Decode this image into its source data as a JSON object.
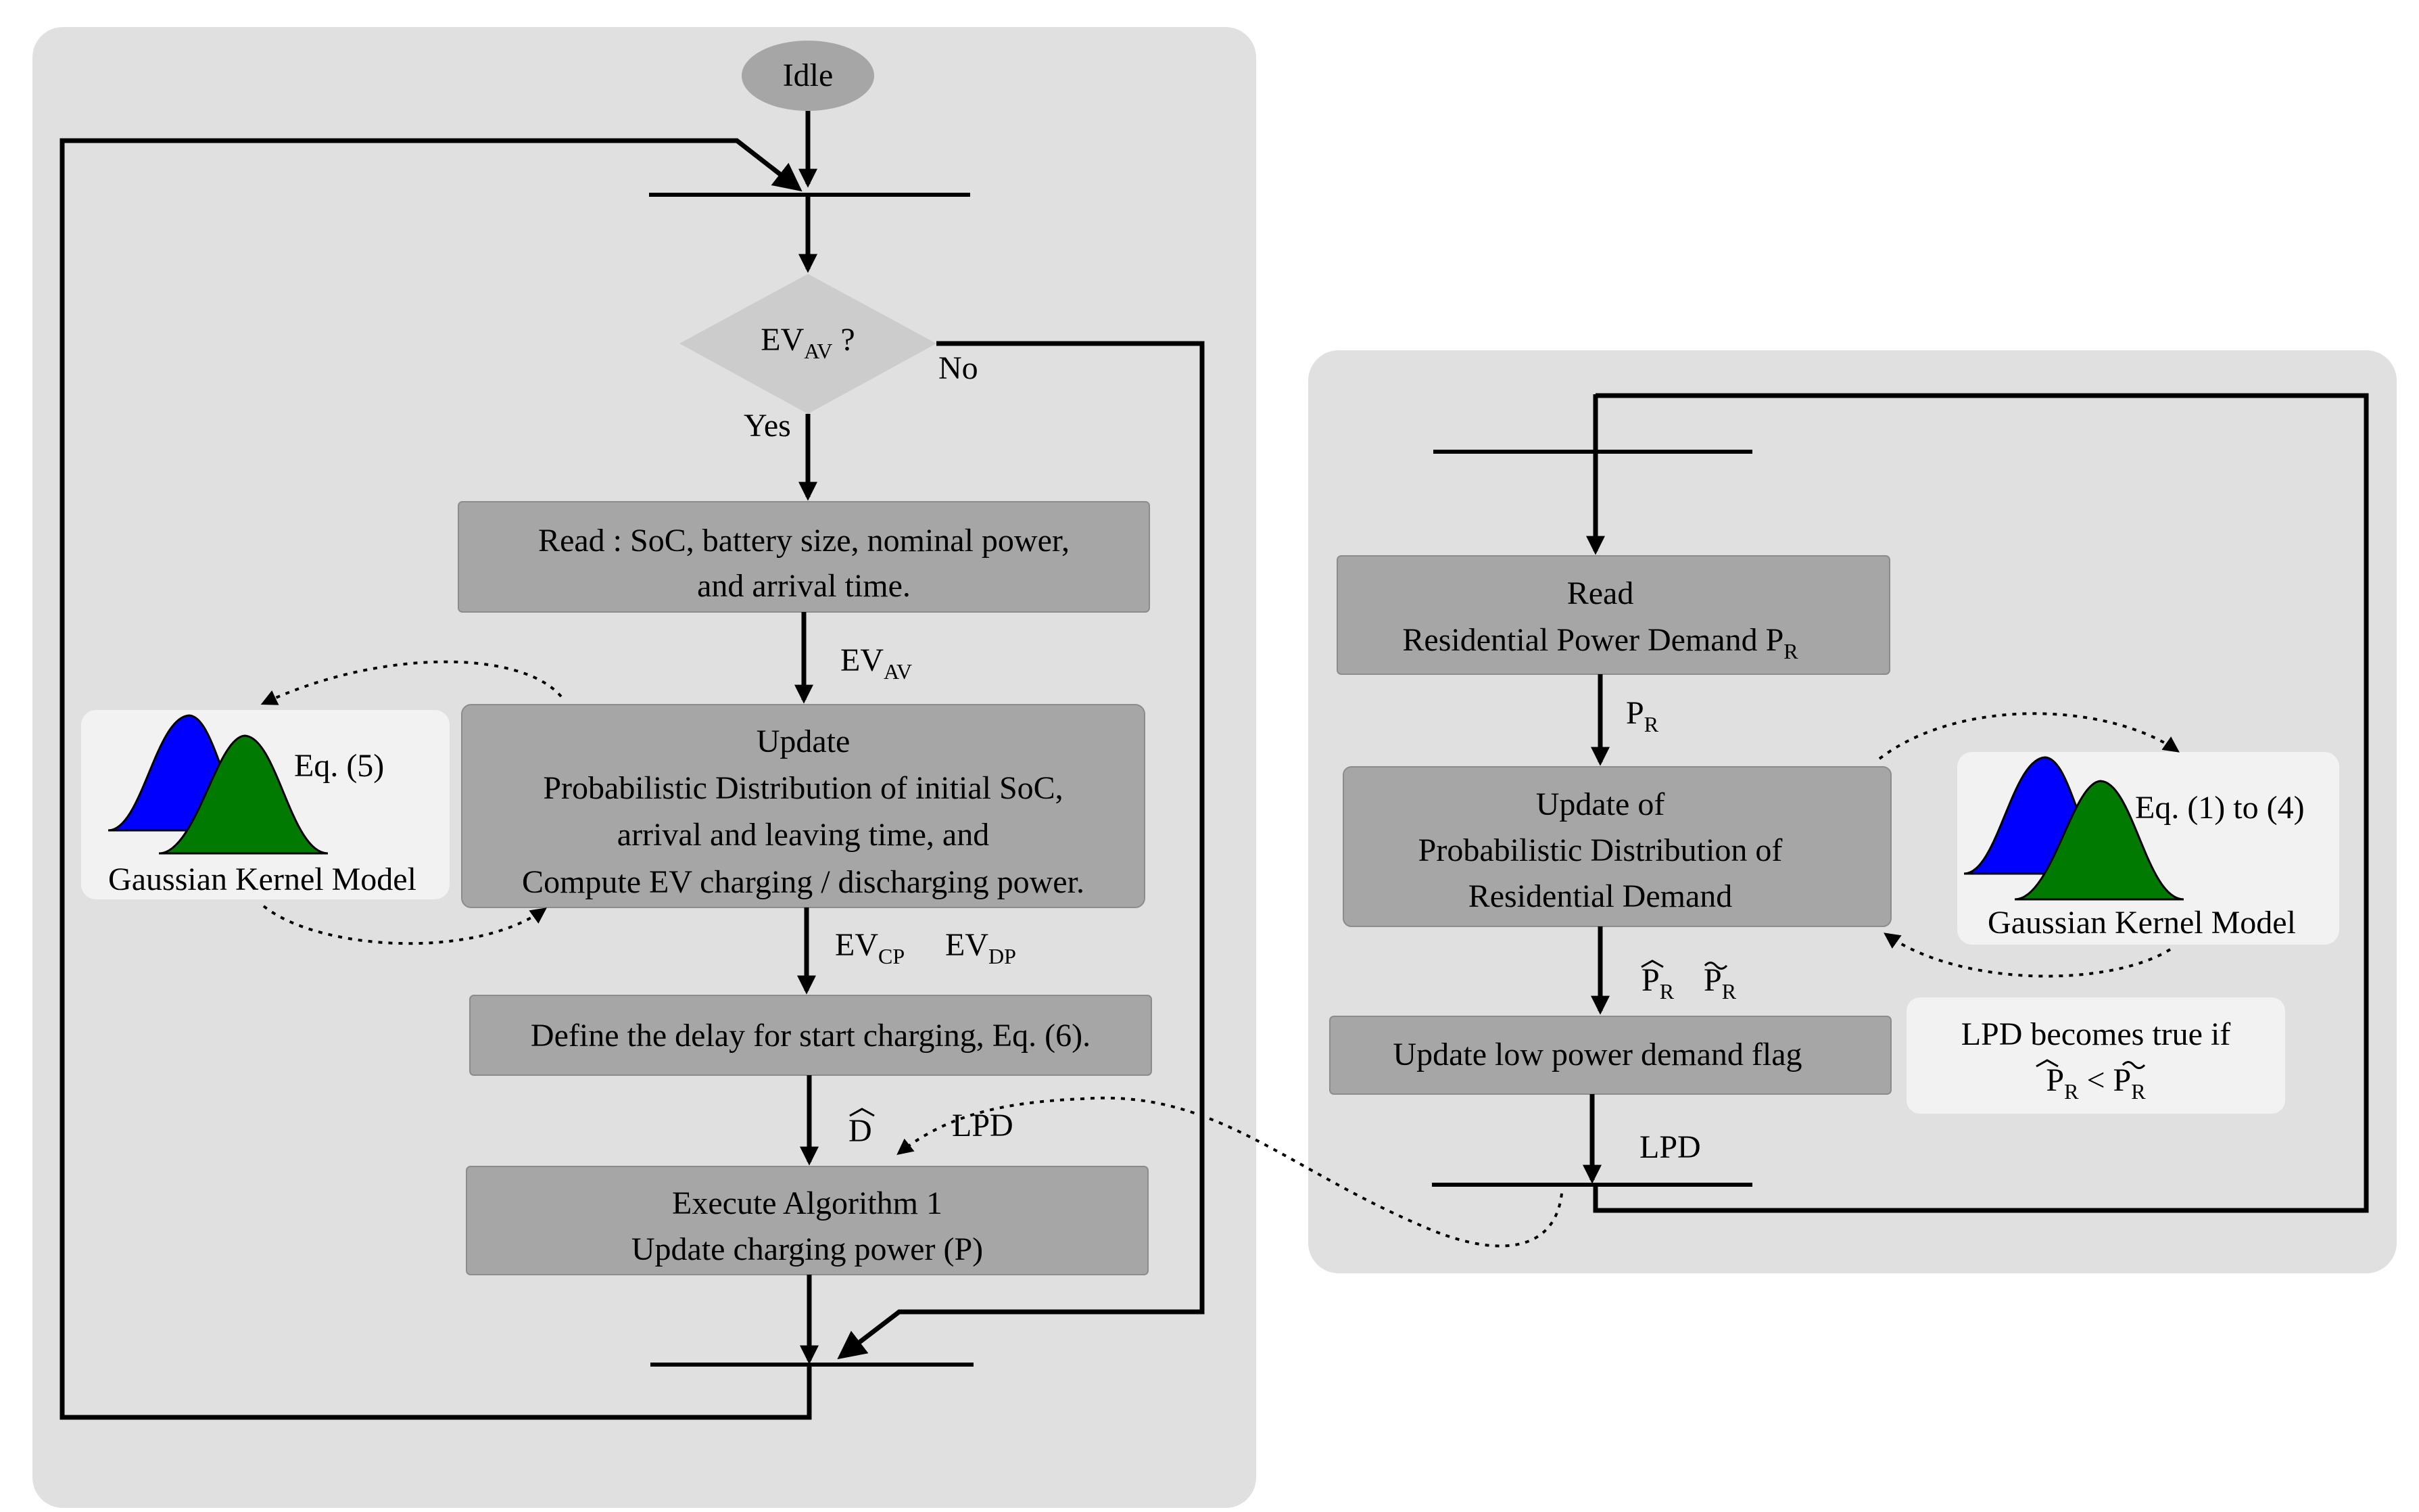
{
  "left_panel": {
    "start": "Idle",
    "decision": {
      "text": "EV",
      "sub": "AV",
      "suffix": " ?",
      "no": "No",
      "yes": "Yes"
    },
    "read_box": {
      "line1": "Read : SoC, battery size, nominal power,",
      "line2": "and arrival time."
    },
    "label_ev_av": {
      "text": "EV",
      "sub": "AV"
    },
    "update_box": {
      "line1": "Update",
      "line2": "Probabilistic Distribution of initial SoC,",
      "line3": "arrival and leaving time, and",
      "line4": "Compute EV charging / discharging power."
    },
    "label_ev_cp": {
      "text": "EV",
      "sub": "CP"
    },
    "label_ev_dp": {
      "text": "EV",
      "sub": "DP"
    },
    "delay_box": "Define the delay for start charging, Eq. (6).",
    "label_d": "D",
    "label_lpd": "LPD",
    "execute_box": {
      "line1": "Execute Algorithm 1",
      "line2": "Update charging power (P)"
    },
    "kernel": {
      "eq": "Eq. (5)",
      "label": "Gaussian Kernel Model"
    }
  },
  "right_panel": {
    "read_box": {
      "line1": "Read",
      "line2": "Residential Power Demand P",
      "line2_sub": "R"
    },
    "label_pr": {
      "text": "P",
      "sub": "R"
    },
    "update_box": {
      "line1": "Update of",
      "line2": "Probabilistic Distribution of",
      "line3": "Residential Demand"
    },
    "label_phat": {
      "text": "P",
      "sub": "R"
    },
    "label_ptilde": {
      "text": "P",
      "sub": "R"
    },
    "flag_box": "Update low power demand flag",
    "condition": {
      "line1": "LPD becomes true if",
      "lhs": "P",
      "lhs_sub": "R",
      "op": " < ",
      "rhs": "P",
      "rhs_sub": "R"
    },
    "label_lpd": "LPD",
    "kernel": {
      "eq": "Eq. (1) to (4)",
      "label": "Gaussian Kernel Model"
    }
  },
  "colors": {
    "panel": "#e0e0e0",
    "box": "#a6a6a6",
    "decision": "#cccccc",
    "kernel_panel": "#f2f2f2",
    "gaussian_blue": "#0000ff",
    "gaussian_green": "#007a00"
  }
}
